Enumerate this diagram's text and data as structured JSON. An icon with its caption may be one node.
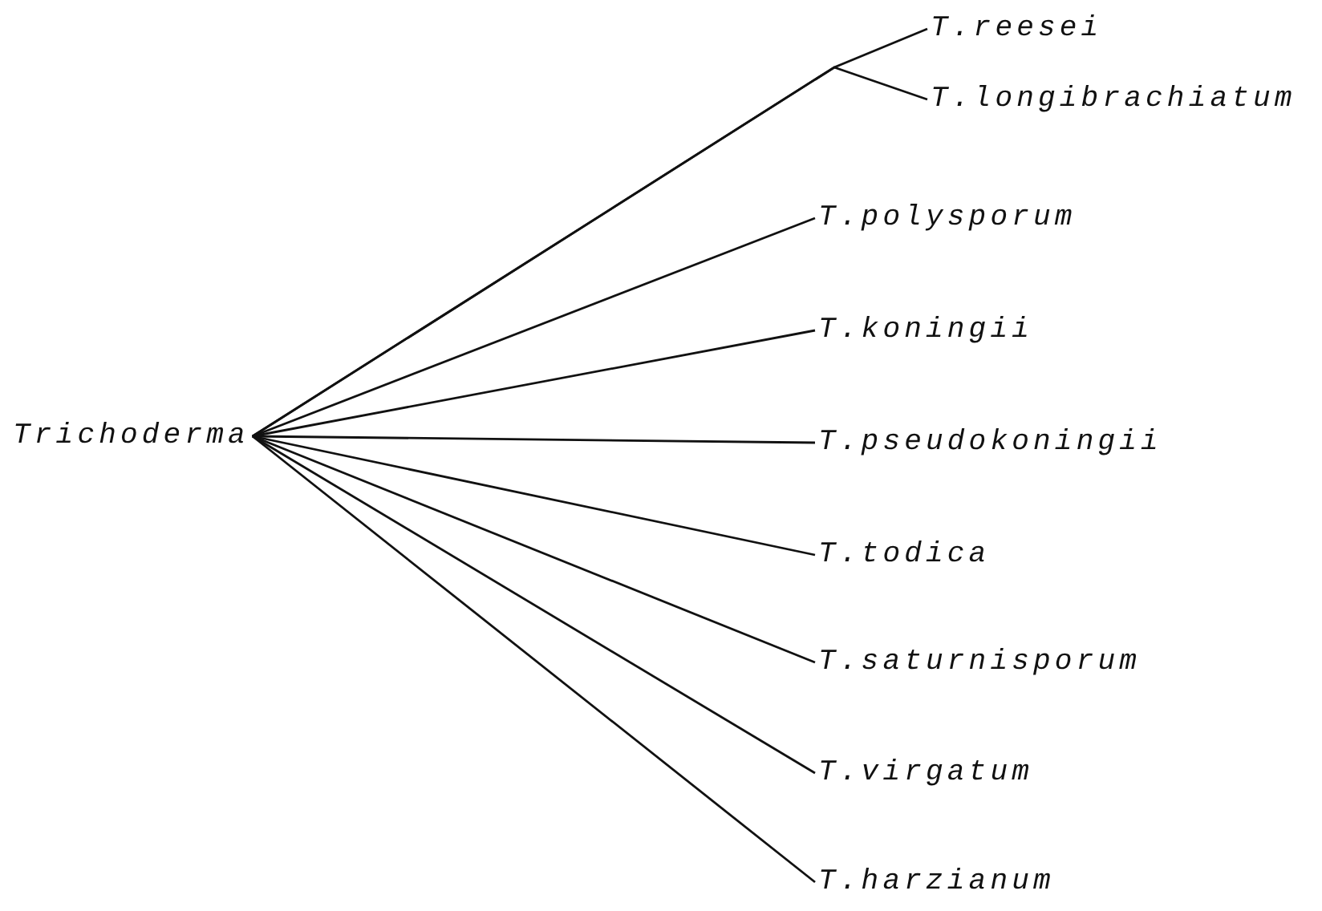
{
  "diagram": {
    "nodes": [
      {
        "text": [
          "Trichoderma"
        ]
      },
      {
        "text": [
          "T.reesei"
        ]
      },
      {
        "text": [
          "T.longibrachiatum"
        ]
      },
      {
        "text": [
          "T.polysporum"
        ]
      },
      {
        "text": [
          "T.koningii"
        ]
      },
      {
        "text": [
          "T.pseudokoningii"
        ]
      },
      {
        "text": [
          "T.todica"
        ]
      },
      {
        "text": [
          "T.saturnisporum"
        ]
      },
      {
        "text": [
          "T.virgatum"
        ]
      },
      {
        "text": [
          "T.harzianum"
        ]
      }
    ],
    "edges": [
      {
        "from": 0,
        "to": 1,
        "arrow": "none"
      },
      {
        "from": 0,
        "to": 2,
        "arrow": "none"
      },
      {
        "from": 0,
        "to": 3,
        "arrow": "none"
      },
      {
        "from": 0,
        "to": 4,
        "arrow": "none"
      },
      {
        "from": 0,
        "to": 5,
        "arrow": "none"
      },
      {
        "from": 0,
        "to": 6,
        "arrow": "none"
      },
      {
        "from": 0,
        "to": 7,
        "arrow": "none"
      },
      {
        "from": 0,
        "to": 8,
        "arrow": "none"
      },
      {
        "from": 0,
        "to": 9,
        "arrow": "none"
      }
    ]
  }
}
